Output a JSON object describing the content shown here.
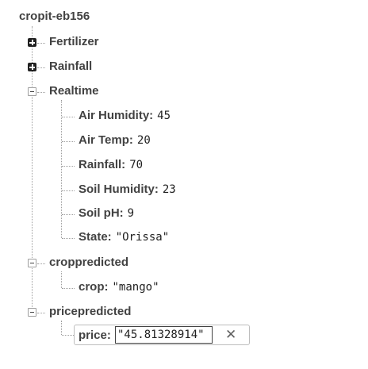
{
  "root": {
    "name": "cropit-eb156"
  },
  "nodes": {
    "fertilizer": {
      "label": "Fertilizer",
      "state": "collapsed"
    },
    "rainfall": {
      "label": "Rainfall",
      "state": "collapsed"
    },
    "realtime": {
      "label": "Realtime",
      "state": "expanded",
      "children": [
        {
          "key": "Air Humidity:",
          "value": "45"
        },
        {
          "key": "Air Temp:",
          "value": "20"
        },
        {
          "key": "Rainfall:",
          "value": "70"
        },
        {
          "key": "Soil Humidity:",
          "value": "23"
        },
        {
          "key": "Soil pH:",
          "value": "9"
        },
        {
          "key": "State:",
          "value": "\"Orissa\""
        }
      ]
    },
    "croppredicted": {
      "label": "croppredicted",
      "state": "expanded",
      "children": [
        {
          "key": "crop:",
          "value": "\"mango\""
        }
      ]
    },
    "pricepredicted": {
      "label": "pricepredicted",
      "state": "expanded",
      "edit": {
        "key": "price:",
        "value": "\"45.81328914\"",
        "close_glyph": "✕"
      }
    }
  },
  "icons": {
    "collapsed": "plus-box-icon",
    "expanded": "minus-box-icon",
    "close": "close-icon"
  }
}
